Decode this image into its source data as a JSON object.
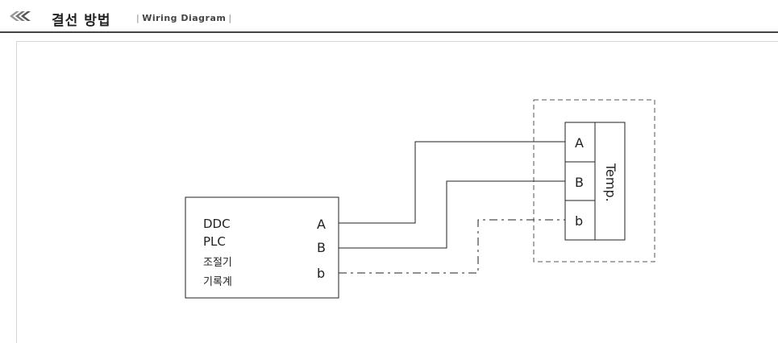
{
  "header": {
    "title": "결선 방법",
    "subtitle": "Wiring Diagram"
  },
  "controller": {
    "devices": [
      "DDC",
      "PLC",
      "조절기",
      "기록계"
    ],
    "terminals": [
      "A",
      "B",
      "b"
    ]
  },
  "sensor": {
    "terminals": [
      "A",
      "B",
      "b"
    ],
    "label": "Temp."
  },
  "colors": {
    "line": "#222222",
    "dashed_box": "#555555",
    "rule": "#444444"
  }
}
